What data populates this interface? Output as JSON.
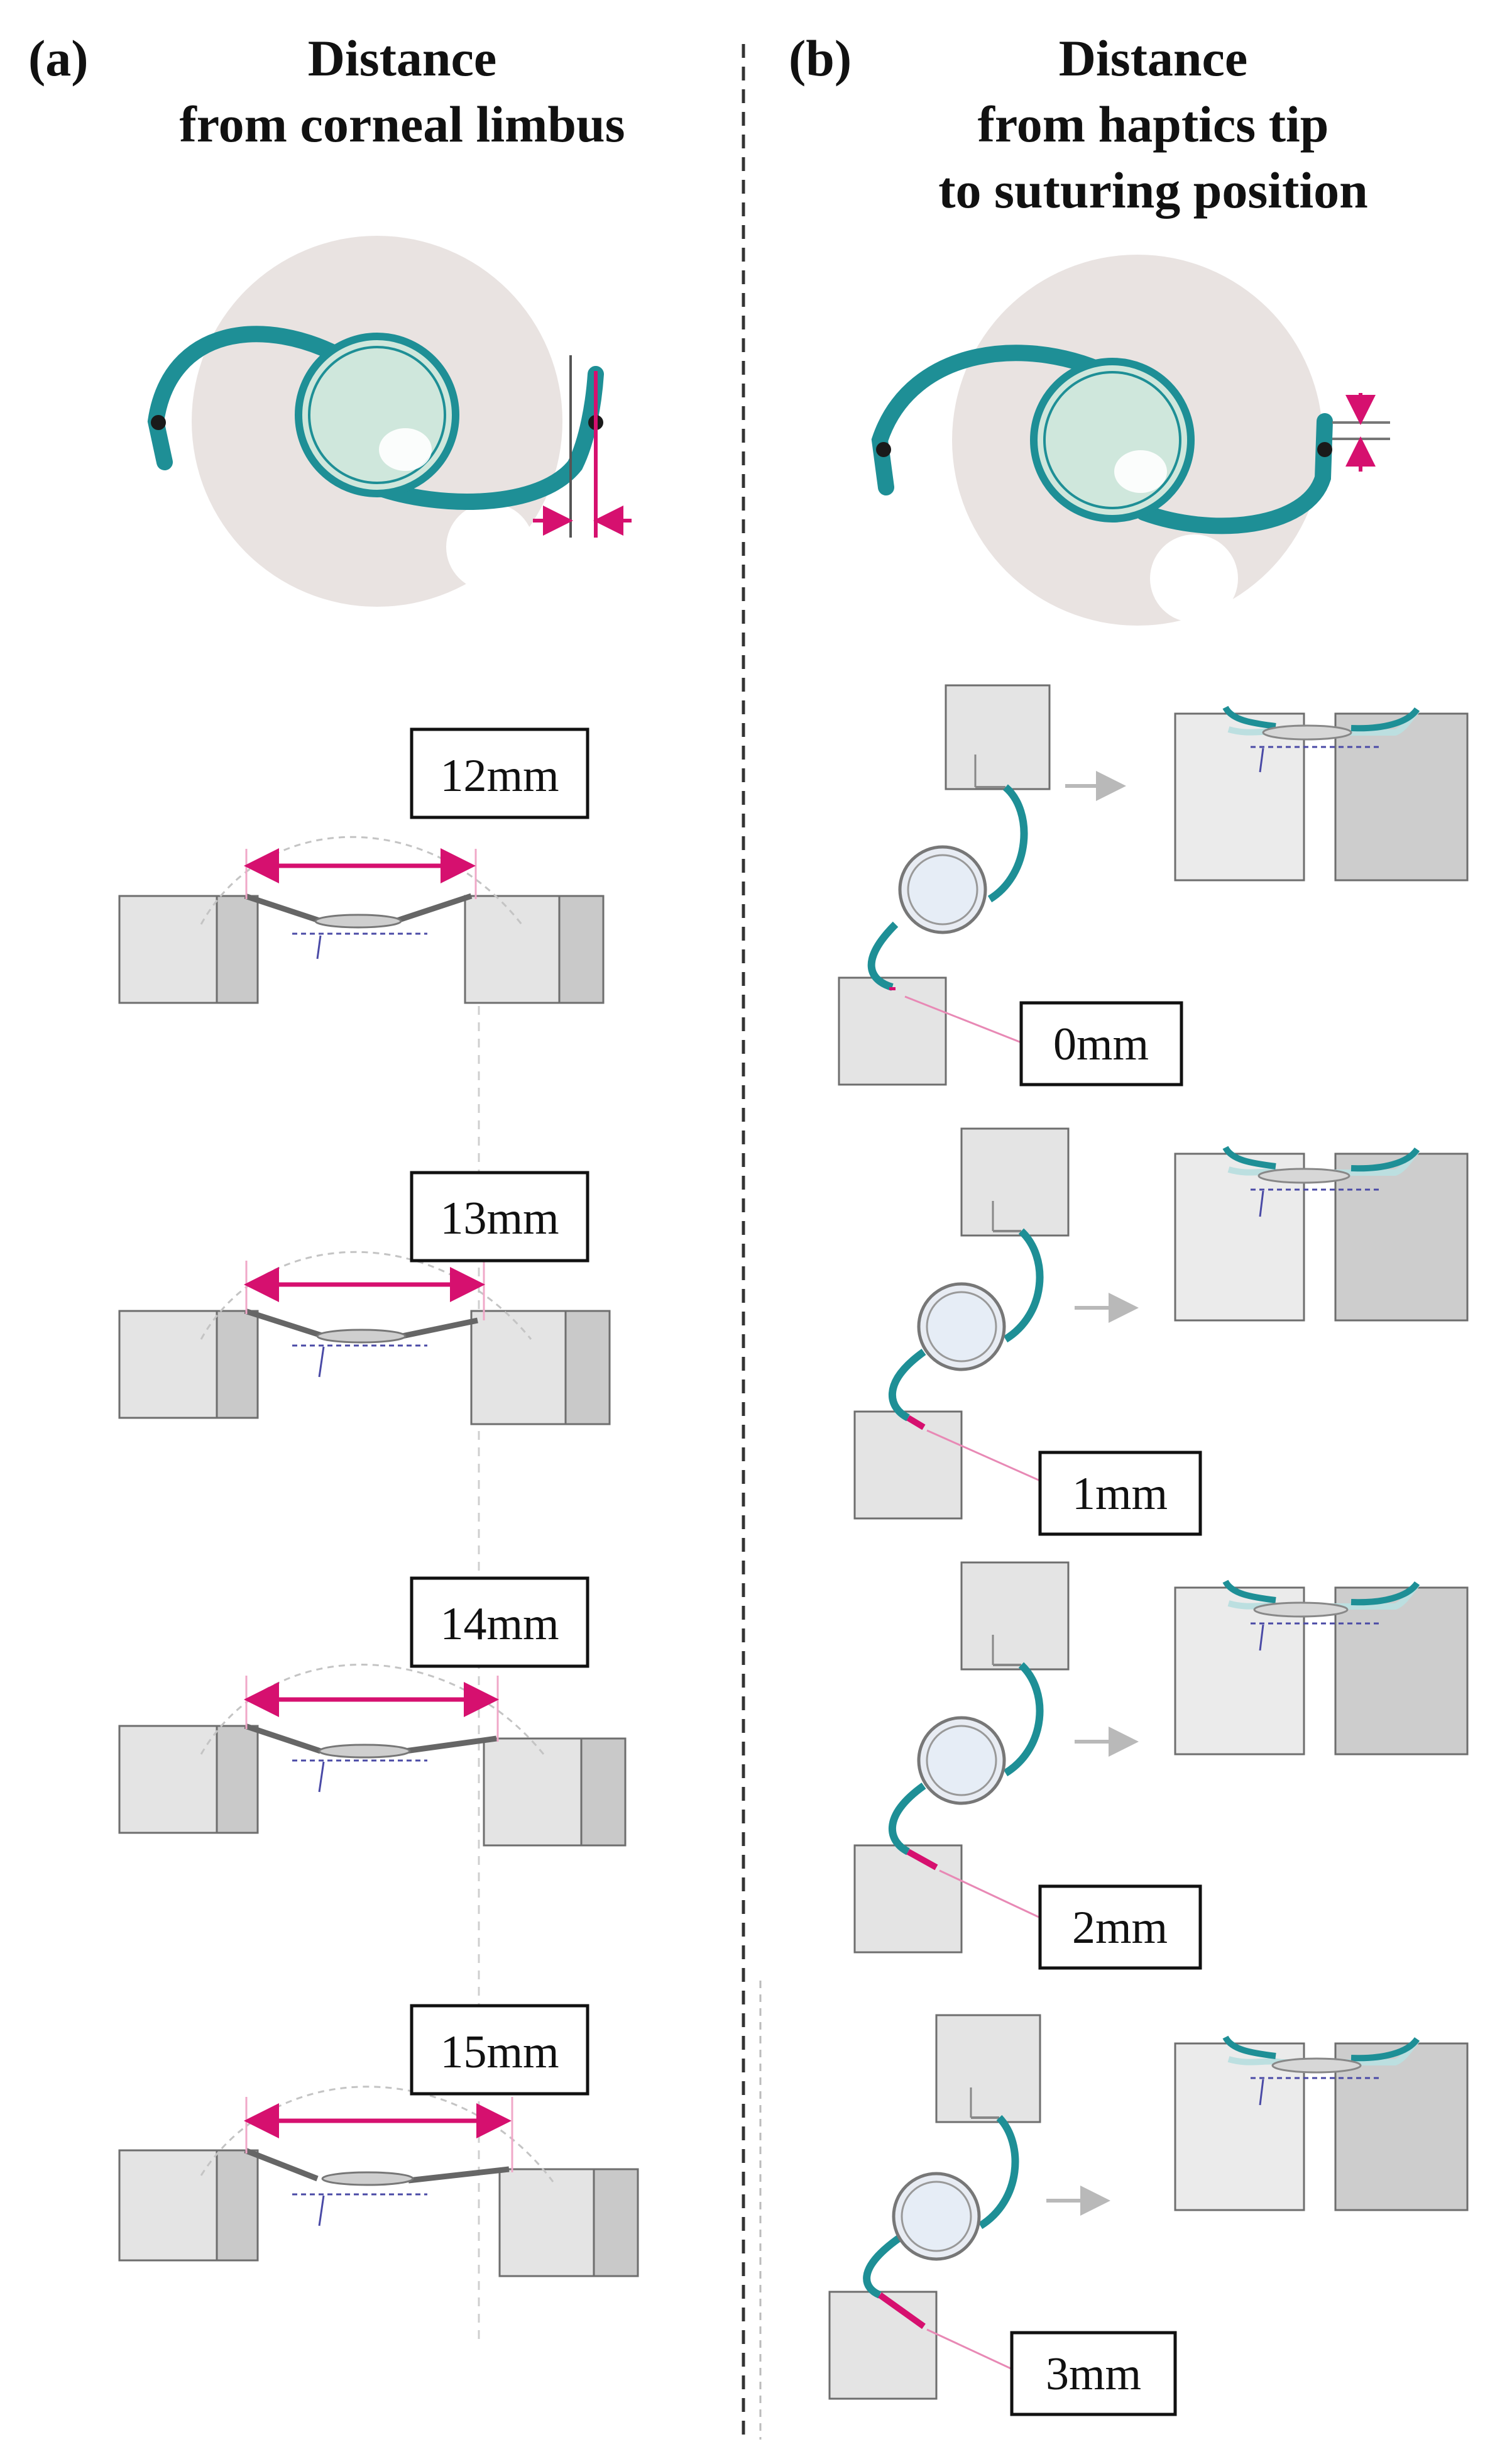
{
  "panel_a": {
    "letter": "(a)",
    "title_line1": "Distance",
    "title_line2": "from corneal limbus",
    "labels": [
      "12mm",
      "13mm",
      "14mm",
      "15mm"
    ]
  },
  "panel_b": {
    "letter": "(b)",
    "title_line1": "Distance",
    "title_line2": "from haptics tip",
    "title_line3": "to suturing position",
    "labels": [
      "0mm",
      "1mm",
      "2mm",
      "3mm"
    ]
  },
  "colors": {
    "haptic": "#1e8f96",
    "optic": "#cfe7dc",
    "measure": "#d6106f",
    "eye_bg": "#e9e3e1",
    "block_light": "#e4e4e4",
    "block_dark": "#c9c9c9",
    "block_stroke": "#6e6e6e",
    "divider": "#333333"
  }
}
